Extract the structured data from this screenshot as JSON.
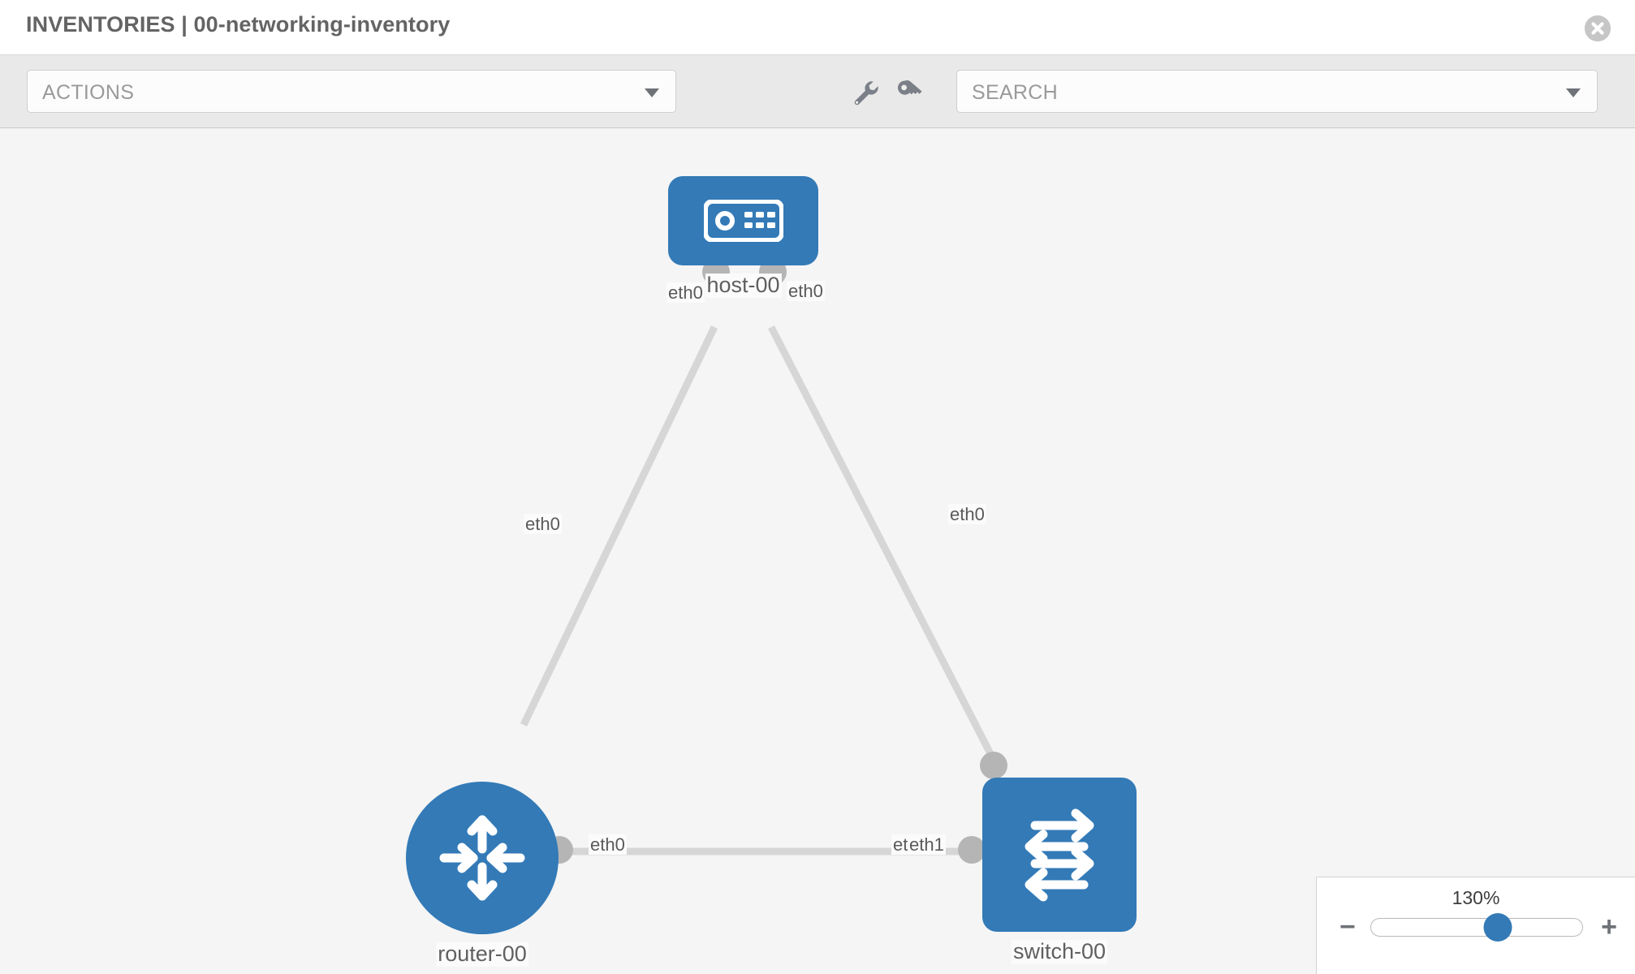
{
  "header": {
    "title": "INVENTORIES | 00-networking-inventory",
    "close_icon": "close-circle-icon"
  },
  "toolbar": {
    "actions_label": "ACTIONS",
    "actions_caret_icon": "chevron-down-icon",
    "wrench_icon": "wrench-icon",
    "key_icon": "key-icon",
    "search_placeholder": "SEARCH",
    "search_caret_icon": "chevron-down-icon"
  },
  "topology": {
    "accent_color": "#337ab7",
    "connector_color": "#b5b5b5",
    "link_color": "#d6d6d6",
    "canvas_background": "#f5f5f5",
    "nodes": [
      {
        "id": "host-00",
        "label": "host-00",
        "type": "host",
        "icon": "server-icon",
        "shape": "rounded-square"
      },
      {
        "id": "router-00",
        "label": "router-00",
        "type": "router",
        "icon": "router-arrows-icon",
        "shape": "circle"
      },
      {
        "id": "switch-00",
        "label": "switch-00",
        "type": "switch",
        "icon": "switch-arrows-icon",
        "shape": "rounded-square"
      }
    ],
    "links": [
      {
        "source": "host-00",
        "target": "router-00",
        "source_interface": "eth0",
        "target_interface": "eth0"
      },
      {
        "source": "host-00",
        "target": "switch-00",
        "source_interface": "eth0",
        "target_interface": "eth0"
      },
      {
        "source": "router-00",
        "target": "switch-00",
        "source_interface": "eth0",
        "target_interface": "eth1"
      }
    ],
    "interface_labels": {
      "host_left": "eth0",
      "host_right": "eth0",
      "router_upper": "eth0",
      "switch_upper": "eth0",
      "router_right": "eth0",
      "switch_left_overlap": "etl",
      "switch_left": "eth1"
    }
  },
  "zoom_control": {
    "value_label": "130%",
    "percent": 130,
    "thumb_position_pct": 60,
    "minus_label": "−",
    "plus_label": "+",
    "minus_icon": "minus-icon",
    "plus_icon": "plus-icon"
  }
}
